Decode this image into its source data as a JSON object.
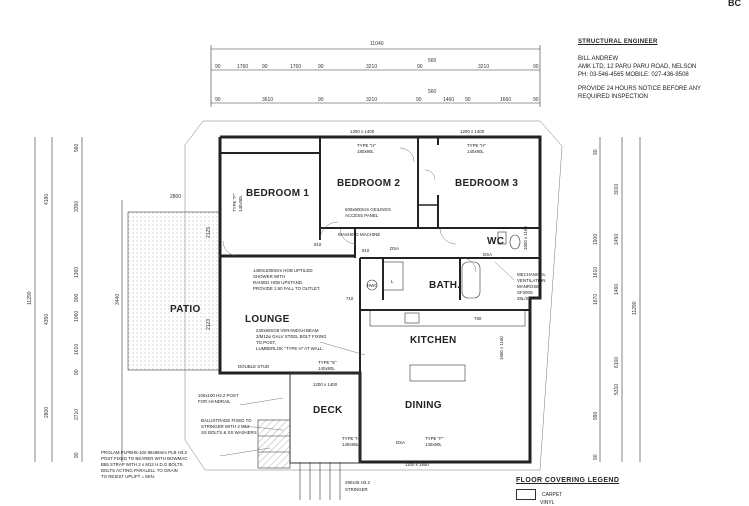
{
  "corner_code": "BC",
  "engineer": {
    "heading": "STRUCTURAL ENGINEER",
    "lines": [
      "BILL ANDREW",
      "AMK LTD, 12 PARU PARU ROAD, NELSON",
      "PH: 03-546-4565 MOBILE: 027-436-9508"
    ],
    "notice": [
      "PROVIDE 24 HOURS NOTICE BEFORE ANY",
      "REQUIRED INSPECTION"
    ]
  },
  "rooms": {
    "bedroom1": "BEDROOM 1",
    "bedroom2": "BEDROOM 2",
    "bedroom3": "BEDROOM 3",
    "wc": "WC",
    "bath": "BATH.",
    "lounge": "LOUNGE",
    "kitchen": "KITCHEN",
    "dining": "DINING",
    "deck": "DECK",
    "patio": "PATIO"
  },
  "top_dims": {
    "overall": "11040",
    "row1": [
      "90",
      "1760",
      "90",
      "1760",
      "90",
      "3210",
      "90",
      "3210",
      "90"
    ],
    "mid": "560",
    "row2": [
      "90",
      "3610",
      "90",
      "3210",
      "90",
      "1460",
      "90",
      "1660",
      "90"
    ],
    "mid2": "560"
  },
  "left_dims": {
    "outer": [
      "11290"
    ],
    "col1": [
      "4180",
      "4350",
      "2800"
    ],
    "col2": [
      "560",
      "3350",
      "1360",
      "900",
      "1060",
      "1610",
      "90",
      "2710",
      "90"
    ],
    "other": [
      "2800",
      "3440",
      "2125",
      "2123"
    ]
  },
  "right_dims": {
    "col1": [
      "3010",
      "1450",
      "1460",
      "6100",
      "5310",
      "11290"
    ],
    "col2": [
      "90",
      "1900",
      "1610",
      "1670",
      "990",
      "90"
    ]
  },
  "windows": {
    "w1": "1200 x 1400",
    "w2": "1200 x 1400",
    "w3": "1200 x 1400",
    "w4": "1200 x 1400",
    "w5": "1100 x 1850",
    "w6": "1600 x 1160",
    "w7": "1600 x 1160"
  },
  "labels": {
    "type_h1": "TYPE \"H\"",
    "type_h1b": "180x90L",
    "type_h2": "TYPE \"H\"",
    "type_h2b": "140x90L",
    "ceiling": [
      "600x600mm CEILINGS",
      "ACCESS PANEL"
    ],
    "washing": "WASHING MACHINE",
    "dsa": "DSA",
    "shower": [
      "1400x1000mm HOB UPTILED",
      "SHOWER WITH",
      "RAISED HOB UPSTAND,",
      "PROVIDE 1:60 FALL TO OUTLET."
    ],
    "hwc": "HWC",
    "l": "L",
    "beam": [
      "240x90SG8 VERANDAH BEAM",
      "2/M12ø GALV STEEL BOLT FIXING",
      "TO POST,",
      "LUMBERLOK \"TYPE H\" AT WALL."
    ],
    "double_stud": "DOUBLE STUD",
    "type_e": "TYPE \"E\"",
    "type_e2": "140x90L",
    "post": [
      "100x100 H3.2 POST",
      "FOR HANDRAIL"
    ],
    "balustrade": [
      "BALUSTRADE FIXED TO",
      "STRINGER WITH 2 M12",
      "SS BOLTS & SS WASHERS"
    ],
    "prolam": [
      "PROLAM PLPBH5-100 88x88mm PLB H3.2",
      "POST FIXED TO BEARER WITH BOWMAC",
      "B85 STRAP WITH 2 x M12 H.D.G BOLTS",
      "BOLTS ACTING PARALELL TO GRAIN",
      "TO RESIST UPLIFT = 8KN."
    ],
    "stringer": [
      "290x45 H3.2",
      "STRINGER"
    ],
    "mech": [
      "MECHANICAL",
      "VENTILATION",
      "MANROSE",
      "SF200S",
      "35L/S"
    ],
    "type_h3": "TYPE \"H\"",
    "type_h3b": "140x90L",
    "type_f": "TYPE \"F\"",
    "type_f2": "140x90L",
    "d810a": "810",
    "d810b": "810",
    "d710": "710",
    "d760": "760",
    "type_f3": "TYPE \"F\"",
    "type_f4": "140x90L"
  },
  "legend": {
    "title": "FLOOR COVERING LEGEND",
    "items": [
      "CARPET",
      "VINYL"
    ]
  }
}
